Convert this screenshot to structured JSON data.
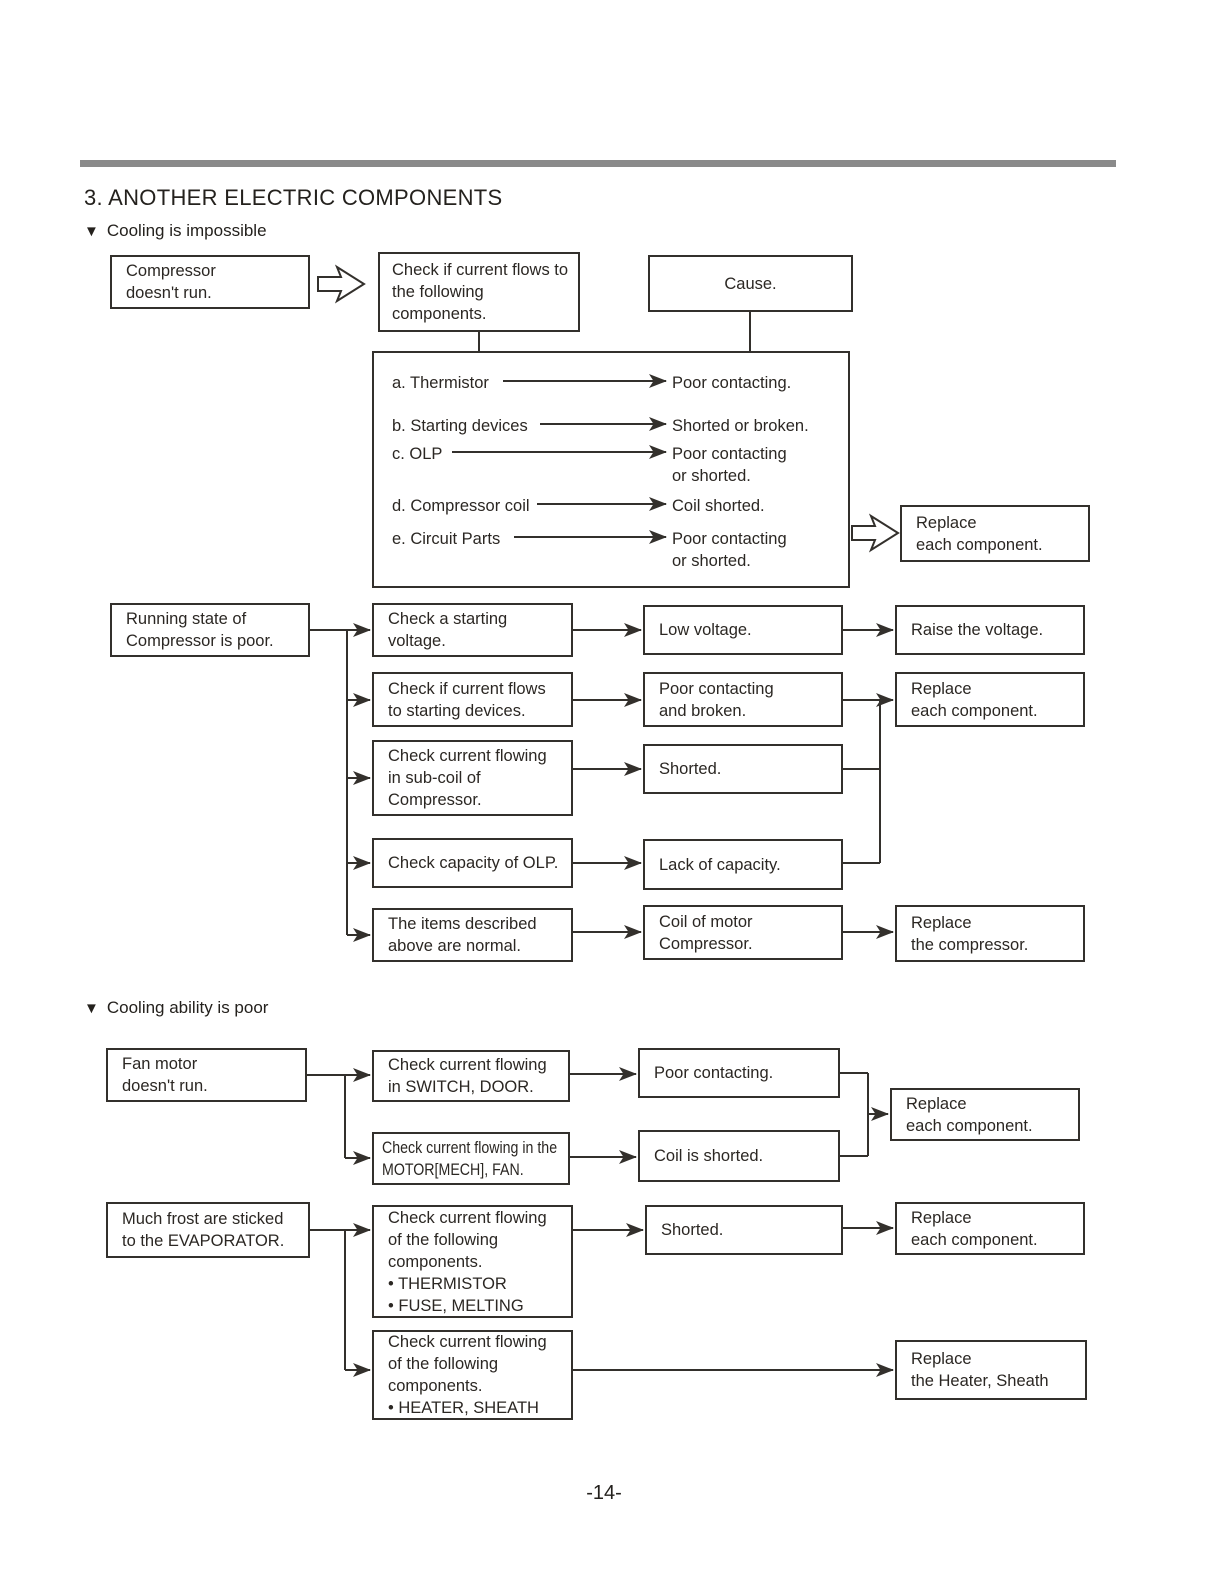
{
  "page": {
    "title": "3. ANOTHER ELECTRIC COMPONENTS",
    "footer": "-14-"
  },
  "s1": {
    "marker": "▼",
    "heading": "Cooling is impossible",
    "start": "Compressor\ndoesn't run.",
    "check": "Check if current flows to\nthe following\ncomponents.",
    "cause_title": "Cause.",
    "items": [
      {
        "label": "a. Thermistor",
        "cause": "Poor contacting."
      },
      {
        "label": "b. Starting devices",
        "cause": "Shorted or broken."
      },
      {
        "label": "c. OLP",
        "cause": "Poor contacting\nor shorted."
      },
      {
        "label": "d. Compressor coil",
        "cause": "Coil shorted."
      },
      {
        "label": "e. Circuit Parts",
        "cause": "Poor contacting\nor shorted."
      }
    ],
    "action": "Replace\neach component."
  },
  "s2": {
    "start": "Running state of\nCompressor is poor.",
    "r1": {
      "check": "Check a starting\nvoltage.",
      "cause": "Low voltage.",
      "action": "Raise the voltage."
    },
    "r2": {
      "check": "Check if current flows\nto starting devices.",
      "cause": "Poor contacting\nand broken.",
      "action": "Replace\neach component."
    },
    "r3": {
      "check": "Check current flowing\nin sub-coil of\nCompressor.",
      "cause": "Shorted."
    },
    "r4": {
      "check": "Check capacity of OLP.",
      "cause": "Lack of capacity."
    },
    "r5": {
      "check": "The items described\nabove are normal.",
      "cause": "Coil of motor\nCompressor.",
      "action": "Replace\nthe compressor."
    }
  },
  "s3": {
    "marker": "▼",
    "heading": "Cooling ability is poor",
    "fan": {
      "start": "Fan motor\ndoesn't run.",
      "r1": {
        "check": "Check current flowing\nin SWITCH, DOOR.",
        "cause": "Poor contacting."
      },
      "r2": {
        "check": "Check current flowing in the\nMOTOR[MECH], FAN.",
        "cause": "Coil is shorted."
      },
      "action": "Replace\neach component."
    },
    "frost": {
      "start": "Much frost are sticked\nto the EVAPORATOR.",
      "r1": {
        "check": "Check current flowing\nof the following\ncomponents.\n• THERMISTOR\n• FUSE, MELTING",
        "cause": "Shorted.",
        "action": "Replace\neach component."
      },
      "r2": {
        "check": "Check current flowing\nof the following\ncomponents.\n• HEATER, SHEATH",
        "action": "Replace\nthe Heater, Sheath"
      }
    }
  }
}
